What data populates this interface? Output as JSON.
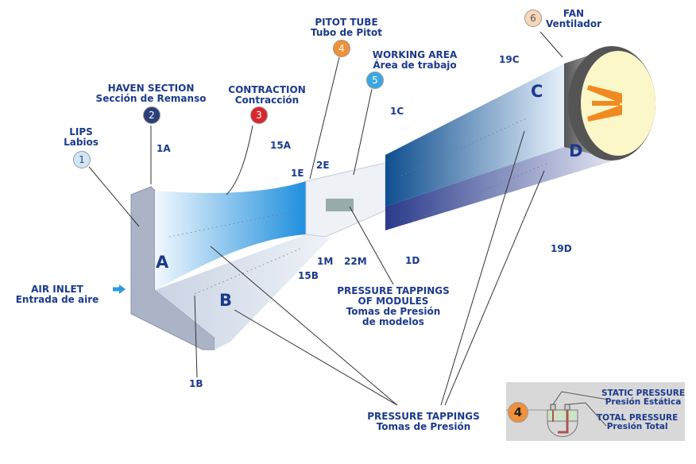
{
  "callouts": [
    {
      "n": "1",
      "title": "LIPS",
      "sub": "Labios",
      "color": "#cfe6f7"
    },
    {
      "n": "2",
      "title": "HAVEN SECTION",
      "sub": "Sección de Remanso",
      "color": "#2a3f7a"
    },
    {
      "n": "3",
      "title": "CONTRACTION",
      "sub": "Contracción",
      "color": "#d8262e"
    },
    {
      "n": "4",
      "title": "PITOT TUBE",
      "sub": "Tubo de Pitot",
      "color": "#f0903a"
    },
    {
      "n": "5",
      "title": "WORKING AREA",
      "sub": "Área de trabajo",
      "color": "#3aa8e0"
    },
    {
      "n": "6",
      "title": "FAN",
      "sub": "Ventilador",
      "color": "#f7d7b8"
    }
  ],
  "air_inlet": {
    "title": "AIR INLET",
    "sub": "Entrada de aire"
  },
  "tappings_modules": {
    "l1": "PRESSURE TAPPINGS",
    "l2": "OF MODULES",
    "l3": "Tomas de Presión",
    "l4": "de modelos"
  },
  "tappings": {
    "title": "PRESSURE TAPPINGS",
    "sub": "Tomas de Presión"
  },
  "points": {
    "p1A": "1A",
    "p15A": "15A",
    "p1E": "1E",
    "p2E": "2E",
    "p1C": "1C",
    "p19C": "19C",
    "p1M": "1M",
    "p22M": "22M",
    "p15B": "15B",
    "p1D": "1D",
    "p19D": "19D",
    "p1B": "1B"
  },
  "faces": {
    "A": "A",
    "B": "B",
    "C": "C",
    "D": "D"
  },
  "inset": {
    "n": "4",
    "static": "STATIC PRESSURE",
    "static_sub": "Presión Estática",
    "total": "TOTAL PRESSURE",
    "total_sub": "Presión Total"
  }
}
